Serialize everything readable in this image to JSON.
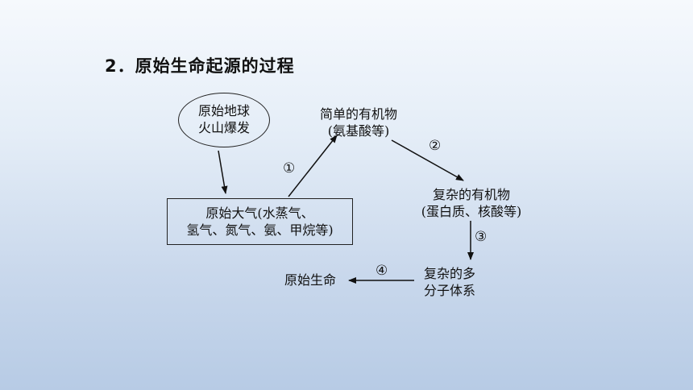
{
  "title": "2．原始生命起源的过程",
  "nodes": {
    "eruption": {
      "line1": "原始地球",
      "line2": "火山爆发"
    },
    "atmosphere": {
      "line1": "原始大气(水蒸气、",
      "line2": "氢气、氮气、氨、甲烷等)"
    },
    "simple": {
      "line1": "简单的有机物",
      "line2": "(氨基酸等)"
    },
    "complex": {
      "line1": "复杂的有机物",
      "line2": "(蛋白质、核酸等)"
    },
    "multi": {
      "line1": "复杂的多",
      "line2": "分子体系"
    },
    "life": {
      "line1": "原始生命"
    }
  },
  "steps": {
    "s1": "①",
    "s2": "②",
    "s3": "③",
    "s4": "④"
  }
}
